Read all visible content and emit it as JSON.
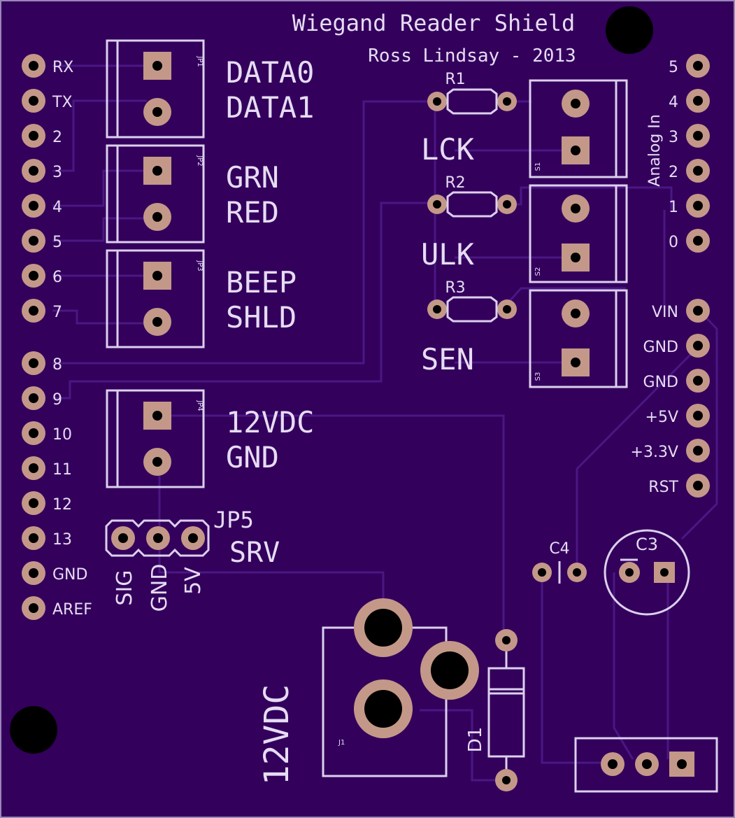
{
  "board": {
    "title": "Wiegand Reader Shield",
    "author": "Ross Lindsay - 2013",
    "background_color": "#33005c",
    "silkscreen_color": "#dcd0ee",
    "pad_color": "#c49888",
    "trace_color": "#4a1784"
  },
  "left_header": {
    "pins": [
      "RX",
      "TX",
      "2",
      "3",
      "4",
      "5",
      "6",
      "7",
      "8",
      "9",
      "10",
      "11",
      "12",
      "13",
      "GND",
      "AREF"
    ]
  },
  "right_header": {
    "group_label": "Analog In",
    "analog_pins": [
      "5",
      "4",
      "3",
      "2",
      "1",
      "0"
    ],
    "power_pins": [
      "VIN",
      "GND",
      "GND",
      "+5V",
      "+3.3V",
      "RST"
    ]
  },
  "connectors": {
    "jp1": {
      "ref": "JP1",
      "line1": "DATA0",
      "line2": "DATA1"
    },
    "jp2": {
      "ref": "JP2",
      "line1": "GRN",
      "line2": "RED"
    },
    "jp3": {
      "ref": "JP3",
      "line1": "BEEP",
      "line2": "SHLD"
    },
    "jp4": {
      "ref": "JP4",
      "line1": "12VDC",
      "line2": "GND"
    },
    "jp5": {
      "ref": "JP5",
      "name": "SRV",
      "pins": [
        "SIG",
        "GND",
        "5V"
      ]
    }
  },
  "resistors": [
    {
      "ref": "R1",
      "label": "LCK",
      "terminal": "S1"
    },
    {
      "ref": "R2",
      "label": "ULK",
      "terminal": "S2"
    },
    {
      "ref": "R3",
      "label": "SEN",
      "terminal": "S3"
    }
  ],
  "power": {
    "jack_ref": "J1",
    "jack_label": "12VDC",
    "diode_ref": "D1",
    "cap_small": "C4",
    "cap_large": "C3"
  },
  "icons": {
    "mounting_hole": "mounting-hole-icon",
    "pad": "solder-pad-icon"
  }
}
